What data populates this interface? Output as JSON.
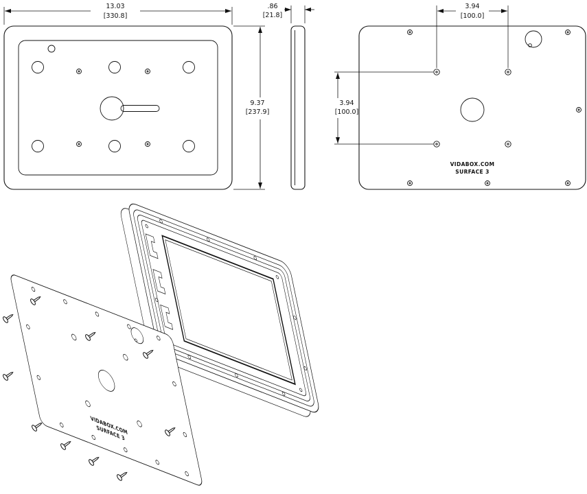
{
  "front_view": {
    "width_in": "13.03",
    "width_mm": "[330.8]",
    "height_in": "9.37",
    "height_mm": "[237.9]"
  },
  "side_view": {
    "thickness_in": ".86",
    "thickness_mm": "[21.8]"
  },
  "back_view": {
    "vesa_width_in": "3.94",
    "vesa_width_mm": "[100.0]",
    "vesa_height_in": "3.94",
    "vesa_height_mm": "[100.0]",
    "brand_line1": "VIDABOX.COM",
    "brand_line2": "SURFACE 3"
  },
  "exploded_view": {
    "brand_line1": "VIDABOX.COM",
    "brand_line2": "SURFACE 3"
  }
}
